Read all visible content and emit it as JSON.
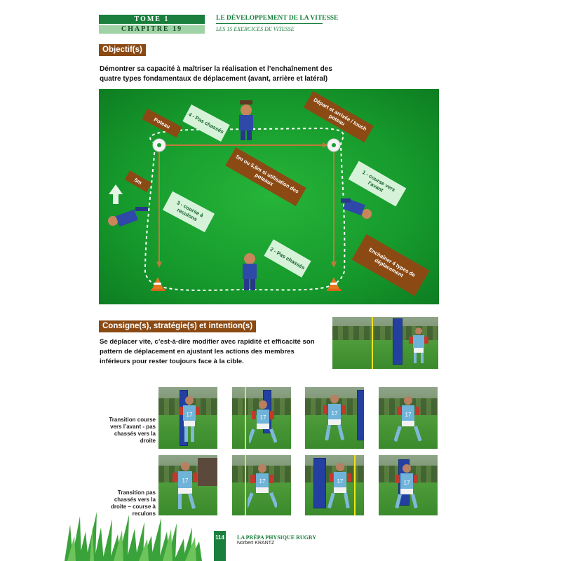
{
  "header": {
    "tome": "TOME 1",
    "chapter": "CHAPITRE 19",
    "title": "LE DÉVELOPPEMENT DE LA VITESSE",
    "subtitle": "LES 15 EXERCICES DE VITESSE"
  },
  "objective": {
    "label": "Objectif(s)",
    "text": "Démontrer sa capacité à maîtriser la réalisation et l’enchaînement des quatre types fondamentaux de déplacement (avant, arrière et latéral)"
  },
  "diagram": {
    "tags": {
      "poteau": "Poteau",
      "pas_chasses_4": "4 - Pas chassés",
      "depart": "Départ et arrivée / touch poteau",
      "distance": "5m ou 5,6m si utilisation des poteaux",
      "five_m": "5m",
      "course_avant": "1 - course vers l’avant",
      "course_reculons": "3 - course à reculons",
      "pas_chasses_2": "2 - Pas chassés",
      "enchainer": "Enchaîner 4 types de déplacement"
    },
    "colors": {
      "grass": "#1a9f30",
      "brown": "#8b4a14",
      "light": "#d6f3da",
      "player": "#2f49a8"
    }
  },
  "consigne": {
    "label": "Consigne(s), stratégie(s) et intention(s)",
    "text": "Se déplacer vite, c’est-à-dire modifier avec rapidité et efficacité son pattern de déplacement en ajustant les actions des membres inférieurs pour rester toujours face à la cible."
  },
  "photo_rows": [
    {
      "caption": "Transition course vers l’avant - pas chassés vers la droite"
    },
    {
      "caption": "Transition pas chassés vers la droite – course à reculons"
    }
  ],
  "jersey_number": "17",
  "footer": {
    "page": "114",
    "book_title": "LA PRÉPA PHYSIQUE RUGBY",
    "author": "Norbert KRANTZ"
  }
}
